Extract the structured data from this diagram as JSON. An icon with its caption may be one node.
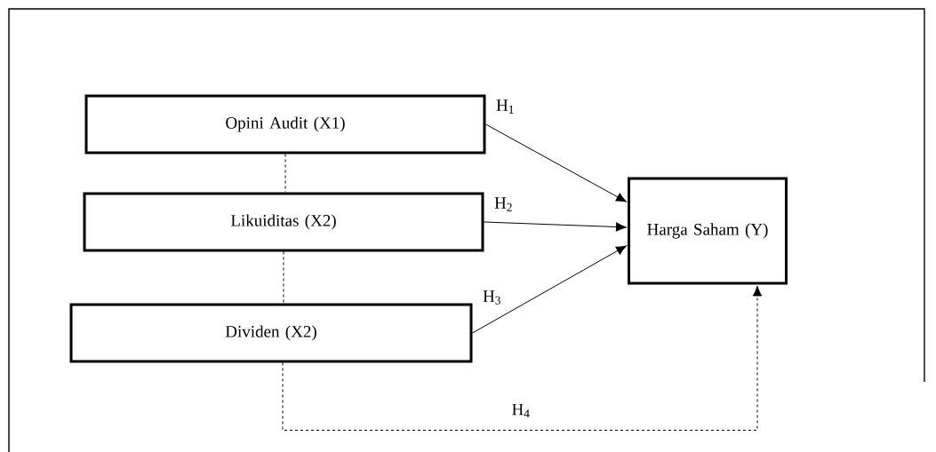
{
  "diagram": {
    "nodes": [
      {
        "text": [
          "Opini Audit (X1)"
        ]
      },
      {
        "text": [
          "Likuiditas (X2)"
        ]
      },
      {
        "text": [
          "Dividen (X2)"
        ]
      },
      {
        "text": [
          "Harga Saham (Y)"
        ]
      }
    ],
    "edges": [
      {
        "from": 0,
        "to": 3,
        "arrow": "to",
        "label": "H$_{1}$"
      },
      {
        "from": 1,
        "to": 3,
        "arrow": "to",
        "label": "H$_{2}$"
      },
      {
        "from": 2,
        "to": 3,
        "arrow": "to",
        "label": "H$_{3}$"
      },
      {
        "from": 2,
        "to": 3,
        "arrow": "to",
        "label": "H$_{4}$",
        "style": "dashed"
      },
      {
        "from": 0,
        "to": 1,
        "arrow": "none",
        "style": "dashed"
      },
      {
        "from": 1,
        "to": 2,
        "arrow": "none",
        "style": "dashed"
      }
    ]
  }
}
